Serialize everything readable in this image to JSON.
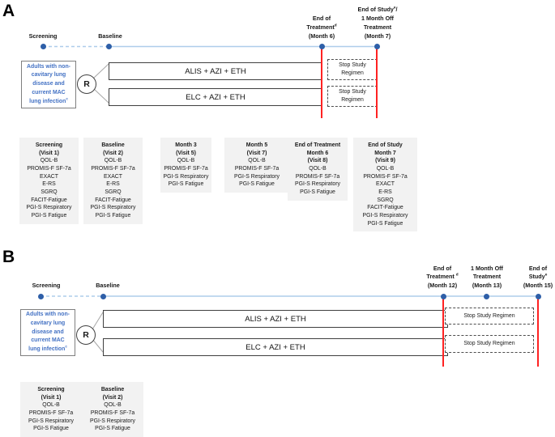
{
  "colors": {
    "timeline_line": "#aecdea",
    "timeline_dot": "#2e5fa8",
    "end_marker_red": "#ff2222",
    "population_text_blue": "#4472c4",
    "visit_box_bg": "#f2f2f2",
    "outline_dark": "#3f3f3f",
    "connector_gray": "#a6a6a6"
  },
  "panel_a": {
    "label": "A",
    "population_lines": [
      "Adults with non-",
      "cavitary lung",
      "disease and",
      "current MAC",
      "lung infection^c"
    ],
    "randomization": "R",
    "timeline_labels": [
      {
        "lines": [
          "Screening"
        ]
      },
      {
        "lines": [
          "Baseline"
        ]
      },
      {
        "lines": [
          "End of",
          "Treatment^d",
          "(Month 6)"
        ]
      },
      {
        "lines": [
          "End of Study^e/",
          "1 Month Off",
          "Treatment",
          "(Month 7)"
        ]
      }
    ],
    "arms": [
      {
        "name": "ALIS + AZI + ETH",
        "stop_lines": [
          "Stop Study",
          "Regimen"
        ]
      },
      {
        "name": "ELC + AZI + ETH",
        "stop_lines": [
          "Stop Study",
          "Regimen"
        ]
      }
    ],
    "visit_boxes": [
      {
        "header": [
          "Screening",
          "(Visit 1)"
        ],
        "items": [
          "QOL-B",
          "PROMIS-F SF-7a",
          "EXACT",
          "E-RS",
          "SGRQ",
          "FACIT-Fatigue",
          "PGI-S Respiratory",
          "PGI-S Fatigue"
        ]
      },
      {
        "header": [
          "Baseline",
          "(Visit 2)"
        ],
        "items": [
          "QOL-B",
          "PROMIS-F SF-7a",
          "EXACT",
          "E-RS",
          "SGRQ",
          "FACIT-Fatigue",
          "PGI-S Respiratory",
          "PGI-S Fatigue"
        ]
      },
      {
        "header": [
          "Month 3",
          "(Visit 5)"
        ],
        "items": [
          "QOL-B",
          "PROMIS-F SF-7a",
          "PGI-S Respiratory",
          "PGI-S Fatigue"
        ]
      },
      {
        "header": [
          "Month 5",
          "(Visit 7)"
        ],
        "items": [
          "QOL-B",
          "PROMIS-F SF-7a",
          "PGI-S Respiratory",
          "PGI-S Fatigue"
        ]
      },
      {
        "header": [
          "End of Treatment",
          "Month 6",
          "(Visit 8)"
        ],
        "items": [
          "QOL-B",
          "PROMIS-F SF-7a",
          "PGI-S Respiratory",
          "PGI-S Fatigue"
        ]
      },
      {
        "header": [
          "End of Study",
          "Month 7",
          "(Visit 9)"
        ],
        "items": [
          "QOL-B",
          "PROMIS-F SF-7a",
          "EXACT",
          "E-RS",
          "SGRQ",
          "FACIT-Fatigue",
          "PGI-S Respiratory",
          "PGI-S Fatigue"
        ]
      }
    ]
  },
  "panel_b": {
    "label": "B",
    "population_lines": [
      "Adults with non-",
      "cavitary lung",
      "disease and",
      "current MAC",
      "lung infection^c"
    ],
    "randomization": "R",
    "timeline_labels": [
      {
        "lines": [
          "Screening"
        ]
      },
      {
        "lines": [
          "Baseline"
        ]
      },
      {
        "lines": [
          "End of",
          "Treatment ^d",
          "(Month 12)"
        ]
      },
      {
        "lines": [
          "1 Month Off",
          "Treatment",
          "(Month 13)"
        ]
      },
      {
        "lines": [
          "End of",
          "Study^e",
          "(Month 15)"
        ]
      }
    ],
    "arms": [
      {
        "name": "ALIS + AZI + ETH",
        "stop_lines": [
          "Stop Study Regimen"
        ]
      },
      {
        "name": "ELC + AZI + ETH",
        "stop_lines": [
          "Stop Study Regimen"
        ]
      }
    ],
    "visit_boxes": [
      {
        "header": [
          "Screening",
          "(Visit 1)"
        ],
        "items": [
          "QOL-B",
          "PROMIS-F SF-7a",
          "PGI-S Respiratory",
          "PGI-S Fatigue"
        ]
      },
      {
        "header": [
          "Baseline",
          "(Visit 2)"
        ],
        "items": [
          "QOL-B",
          "PROMIS-F SF-7a",
          "PGI-S Respiratory",
          "PGI-S Fatigue"
        ]
      }
    ]
  }
}
